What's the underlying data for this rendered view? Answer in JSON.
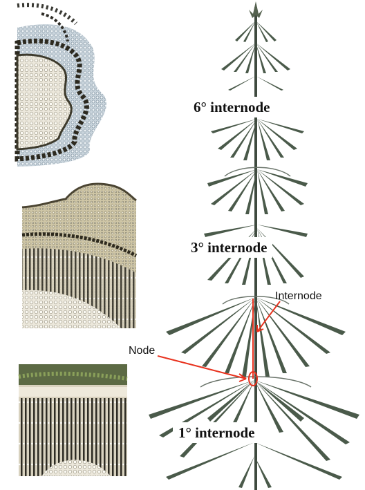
{
  "labels": {
    "internode_6": "6° internode",
    "internode_3": "3° internode",
    "internode_1": "1° internode",
    "internode": "Internode",
    "node": "Node"
  },
  "colors": {
    "leaf": "#4a5a4a",
    "stem": "#3f4a3f",
    "arrow": "#e8321e",
    "section_light": "#e9e4d6",
    "section_dark": "#3c3a30"
  }
}
